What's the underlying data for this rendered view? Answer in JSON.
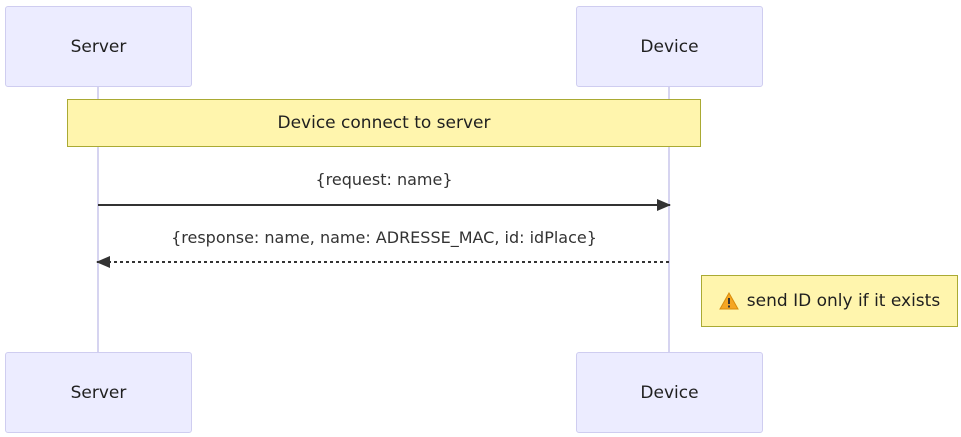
{
  "participants": [
    {
      "id": "server",
      "label": "Server"
    },
    {
      "id": "device",
      "label": "Device"
    }
  ],
  "notes": {
    "connect": "Device connect to server",
    "send_id": "send ID only if it exists"
  },
  "messages": [
    {
      "label": "{request: name}",
      "from": "server",
      "to": "device",
      "style": "solid"
    },
    {
      "label": "{response: name, name: ADRESSE_MAC, id: idPlace}",
      "from": "device",
      "to": "server",
      "style": "dashed"
    }
  ],
  "icons": {
    "warning": "warning-icon"
  },
  "colors": {
    "actor_fill": "#ececff",
    "actor_border": "#cfcdf0",
    "note_fill": "#fff5ad",
    "note_border": "#aaaa33",
    "lifeline": "#d6d4f0",
    "arrow": "#333333"
  }
}
